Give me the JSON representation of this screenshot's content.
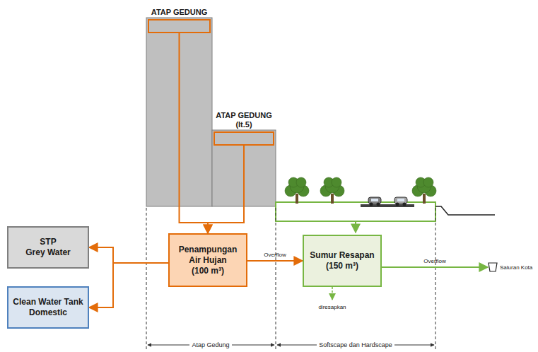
{
  "diagram": {
    "nodes": [
      {
        "text": [
          "ATAP GEDUNG"
        ]
      },
      {
        "text": [
          "ATAP GEDUNG (lt.5)"
        ]
      },
      {
        "text": [
          "STP",
          "Grey Water"
        ]
      },
      {
        "text": [
          "Clean Water Tank Domestic"
        ]
      },
      {
        "text": [
          "Penampungan Air Hujan",
          "(100 m³)"
        ]
      },
      {
        "text": [
          "Sumur Resapan",
          "(150 m³)"
        ]
      },
      {
        "text": [
          "Saluran Kota"
        ]
      }
    ],
    "edges": [
      {
        "from": 0,
        "to": 4,
        "arrow": "to"
      },
      {
        "from": 1,
        "to": 4,
        "arrow": "to"
      },
      {
        "from": 4,
        "to": 2,
        "arrow": "to"
      },
      {
        "from": 4,
        "to": 3,
        "arrow": "to"
      },
      {
        "from": 4,
        "to": 5,
        "label": "Overflow",
        "arrow": "to"
      },
      {
        "from": 5,
        "to": 6,
        "label": "Overflow",
        "arrow": "to"
      }
    ],
    "labels": [
      "Atap Gedung",
      "Softscape dan Hardscape",
      "diresapkan"
    ]
  }
}
